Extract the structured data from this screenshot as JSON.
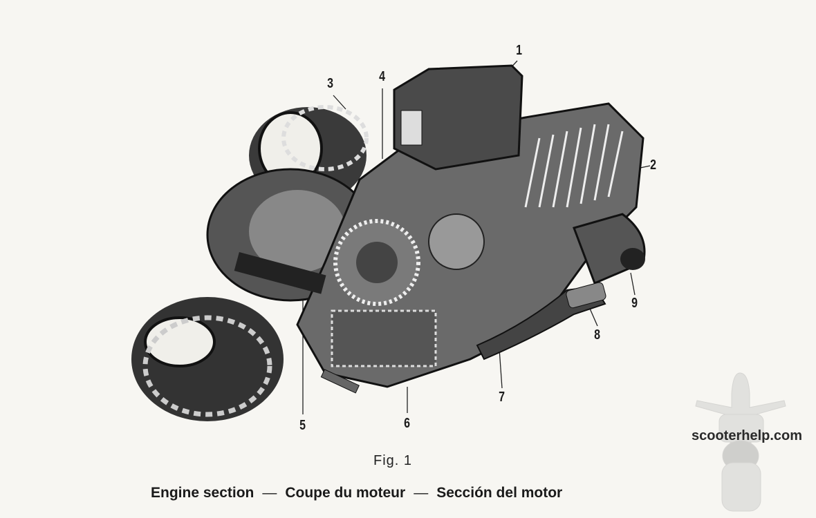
{
  "figure": {
    "callouts": [
      "1",
      "2",
      "3",
      "4",
      "5",
      "6",
      "7",
      "8",
      "9"
    ],
    "figure_label": "Fig. 1",
    "caption": {
      "english": "Engine section",
      "french": "Coupe du moteur",
      "spanish": "Sección del motor",
      "separator": "—"
    }
  },
  "watermark": {
    "text": "scooterhelp.com"
  }
}
